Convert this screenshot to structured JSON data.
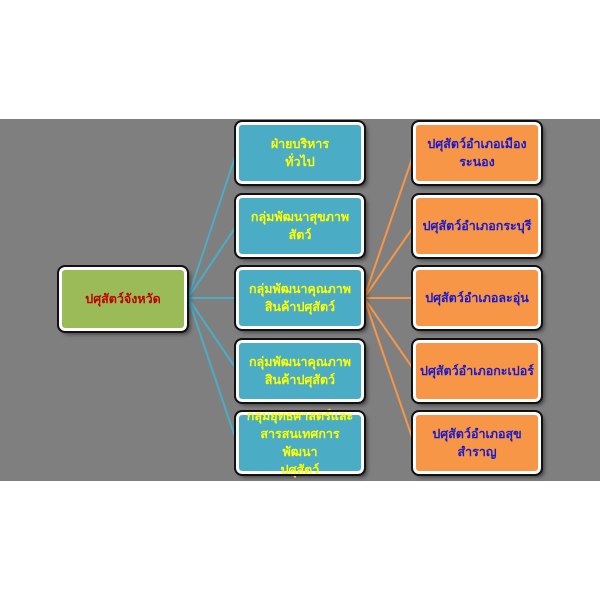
{
  "colors": {
    "background": "#7f7f7f",
    "root_fill": "#9bbb59",
    "root_text": "#c00000",
    "mid_fill": "#4bacc6",
    "mid_text": "#ffff00",
    "mid_line": "#4bacc6",
    "right_fill": "#f79646",
    "right_text": "#1a1acc",
    "right_line": "#f79646"
  },
  "diagram": {
    "root": {
      "label": "ปศุสัตว์จังหวัด"
    },
    "divisions": [
      {
        "label": "ฝ่ายบริหาร\nทั่วไป"
      },
      {
        "label": "กลุ่มพัฒนาสุขภาพสัตว์"
      },
      {
        "label": "กลุ่มพัฒนาคุณภาพ\nสินค้าปศุสัตว์"
      },
      {
        "label": "กลุ่มพัฒนาคุณภาพ\nสินค้าปศุสัตว์"
      },
      {
        "label": "กลุ่มยุทธศาสตร์และ\nสารสนเทศการพัฒนา\nปศุสัตว์"
      }
    ],
    "districts": [
      {
        "label": "ปศุสัตว์อำเภอเมือง\nระนอง"
      },
      {
        "label": "ปศุสัตว์อำเภอกระบุรี"
      },
      {
        "label": "ปศุสัตว์อำเภอละอุ่น"
      },
      {
        "label": "ปศุสัตว์อำเภอกะเปอร์"
      },
      {
        "label": "ปศุสัตว์อำเภอสุข\nสำราญ"
      }
    ]
  }
}
